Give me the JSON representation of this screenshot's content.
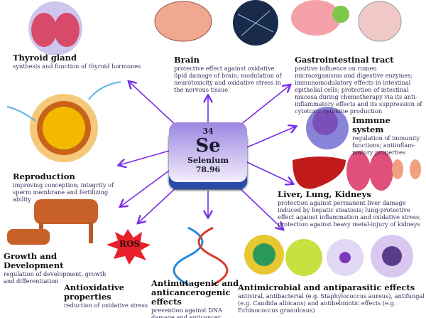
{
  "element": {
    "number": "34",
    "symbol": "Se",
    "name": "Selenium",
    "mass": "78.96"
  },
  "ros_label": "ROS",
  "effects": [
    {
      "title": "Thyroid gland",
      "desc": "synthesis and function of thyroid hormones"
    },
    {
      "title": "Brain",
      "desc": "protective effect against oxidative lipid damage of brain; modulation of neurotoxicity and oxidative stress in the nervous tissue"
    },
    {
      "title": "Gastrointestinal tract",
      "desc": "positive influence on rumen microorganisms and digestive enzymes; immunomodulatory effects in intestinal epithelial cells; protection of intestinal mucosa during chemotherapy via its anti-inflammatory effects and its suppression of cytotoxic cytokine production"
    },
    {
      "title": "Immune system",
      "desc": "regulation of immunity functions; antiinflam-matory properties"
    },
    {
      "title": "Reproduction",
      "desc": "improving conception; integrity of sperm membrane and fertilizing ability"
    },
    {
      "title": "Liver, Lung, Kidneys",
      "desc": "protection against permanent liver damage induced by hepatic steatosis; lung-protective effect against inflammation and oxidative stress; protection against heavy metal-injury of kidneys"
    },
    {
      "title": "Growth and Development",
      "desc": "regulation of development, growth and differentiation"
    },
    {
      "title": "Antioxidative properties",
      "desc": "reduction of oxidative stress"
    },
    {
      "title": "Antimutagenic and anticancerogenic effects",
      "desc": "prevention against DNA damage and anticancer activity"
    },
    {
      "title": "Antimicrobial and antiparasitic effects",
      "desc": "antiviral, antibacterial (e.g. Staphylococcus aureus), antifungal (e.g. Candida albicans) and antihelmintic effects (e.g. Echinococcus granulosus)"
    }
  ],
  "colors": {
    "arrow": "#7a2ee6",
    "box_top": "#9b86e0",
    "box_base": "#2a4aa8"
  }
}
